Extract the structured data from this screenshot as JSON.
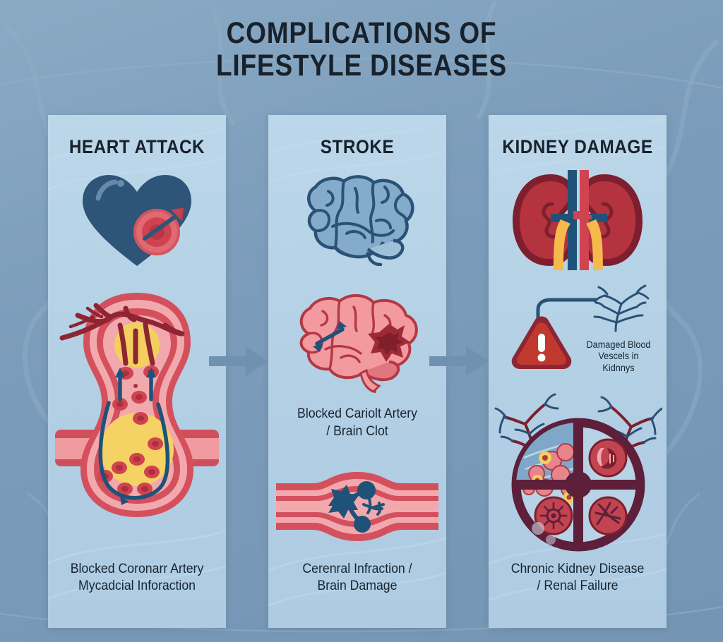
{
  "title": {
    "line1": "COMPLICATIONS OF",
    "line2": "LIFESTYLE DISEASES"
  },
  "colors": {
    "background": "#7b9cba",
    "panel": "#b4d0e4",
    "title_text": "#17222c",
    "arrow": "#6f92b0",
    "artery_red": "#e4848b",
    "artery_dark_red": "#c8414f",
    "plaque_yellow": "#f2cf5e",
    "blood_navy": "#1f5279",
    "kidney_red": "#b5333f",
    "kidney_dark": "#7d1f2e",
    "heart_navy": "#2e5577",
    "warning_red": "#c0392f",
    "brain_blue": "#7ba3c4",
    "brain_pink": "#f09a9e",
    "infarct_dark": "#9e2a34"
  },
  "columns": [
    {
      "id": "heart-attack",
      "title": "HEART ATTACK",
      "icon_name": "heart-with-target-icon",
      "diagram_name": "blocked-coronary-artery-diagram",
      "caption_line1": "Blocked Coronarr Artery",
      "caption_line2": "Mycadcial Inforaction"
    },
    {
      "id": "stroke",
      "title": "STROKE",
      "icon_name": "brain-outline-icon",
      "diagram_name": "brain-with-clot-diagram",
      "mid_caption_line1": "Blocked Cariolt Artery",
      "mid_caption_line2": "/ Brain Clot",
      "secondary_diagram_name": "vessel-with-blood-clot-diagram",
      "caption_line1": "Cerenral Infraction /",
      "caption_line2": "Brain Damage"
    },
    {
      "id": "kidney-damage",
      "title": "KIDNEY DAMAGE",
      "icon_name": "kidneys-icon",
      "warning_name": "warning-triangle-icon",
      "annotation_line1": "Damaged Blood",
      "annotation_line2": "Vescels in",
      "annotation_line3": "Kidnnys",
      "diagram_name": "kidney-quadrant-diagram",
      "caption_line1": "Chronic Kidney Disease",
      "caption_line2": "/ Renal Failure"
    }
  ],
  "flow": {
    "arrow_1_name": "flow-arrow-heart-to-stroke",
    "arrow_2_name": "flow-arrow-stroke-to-kidney"
  }
}
